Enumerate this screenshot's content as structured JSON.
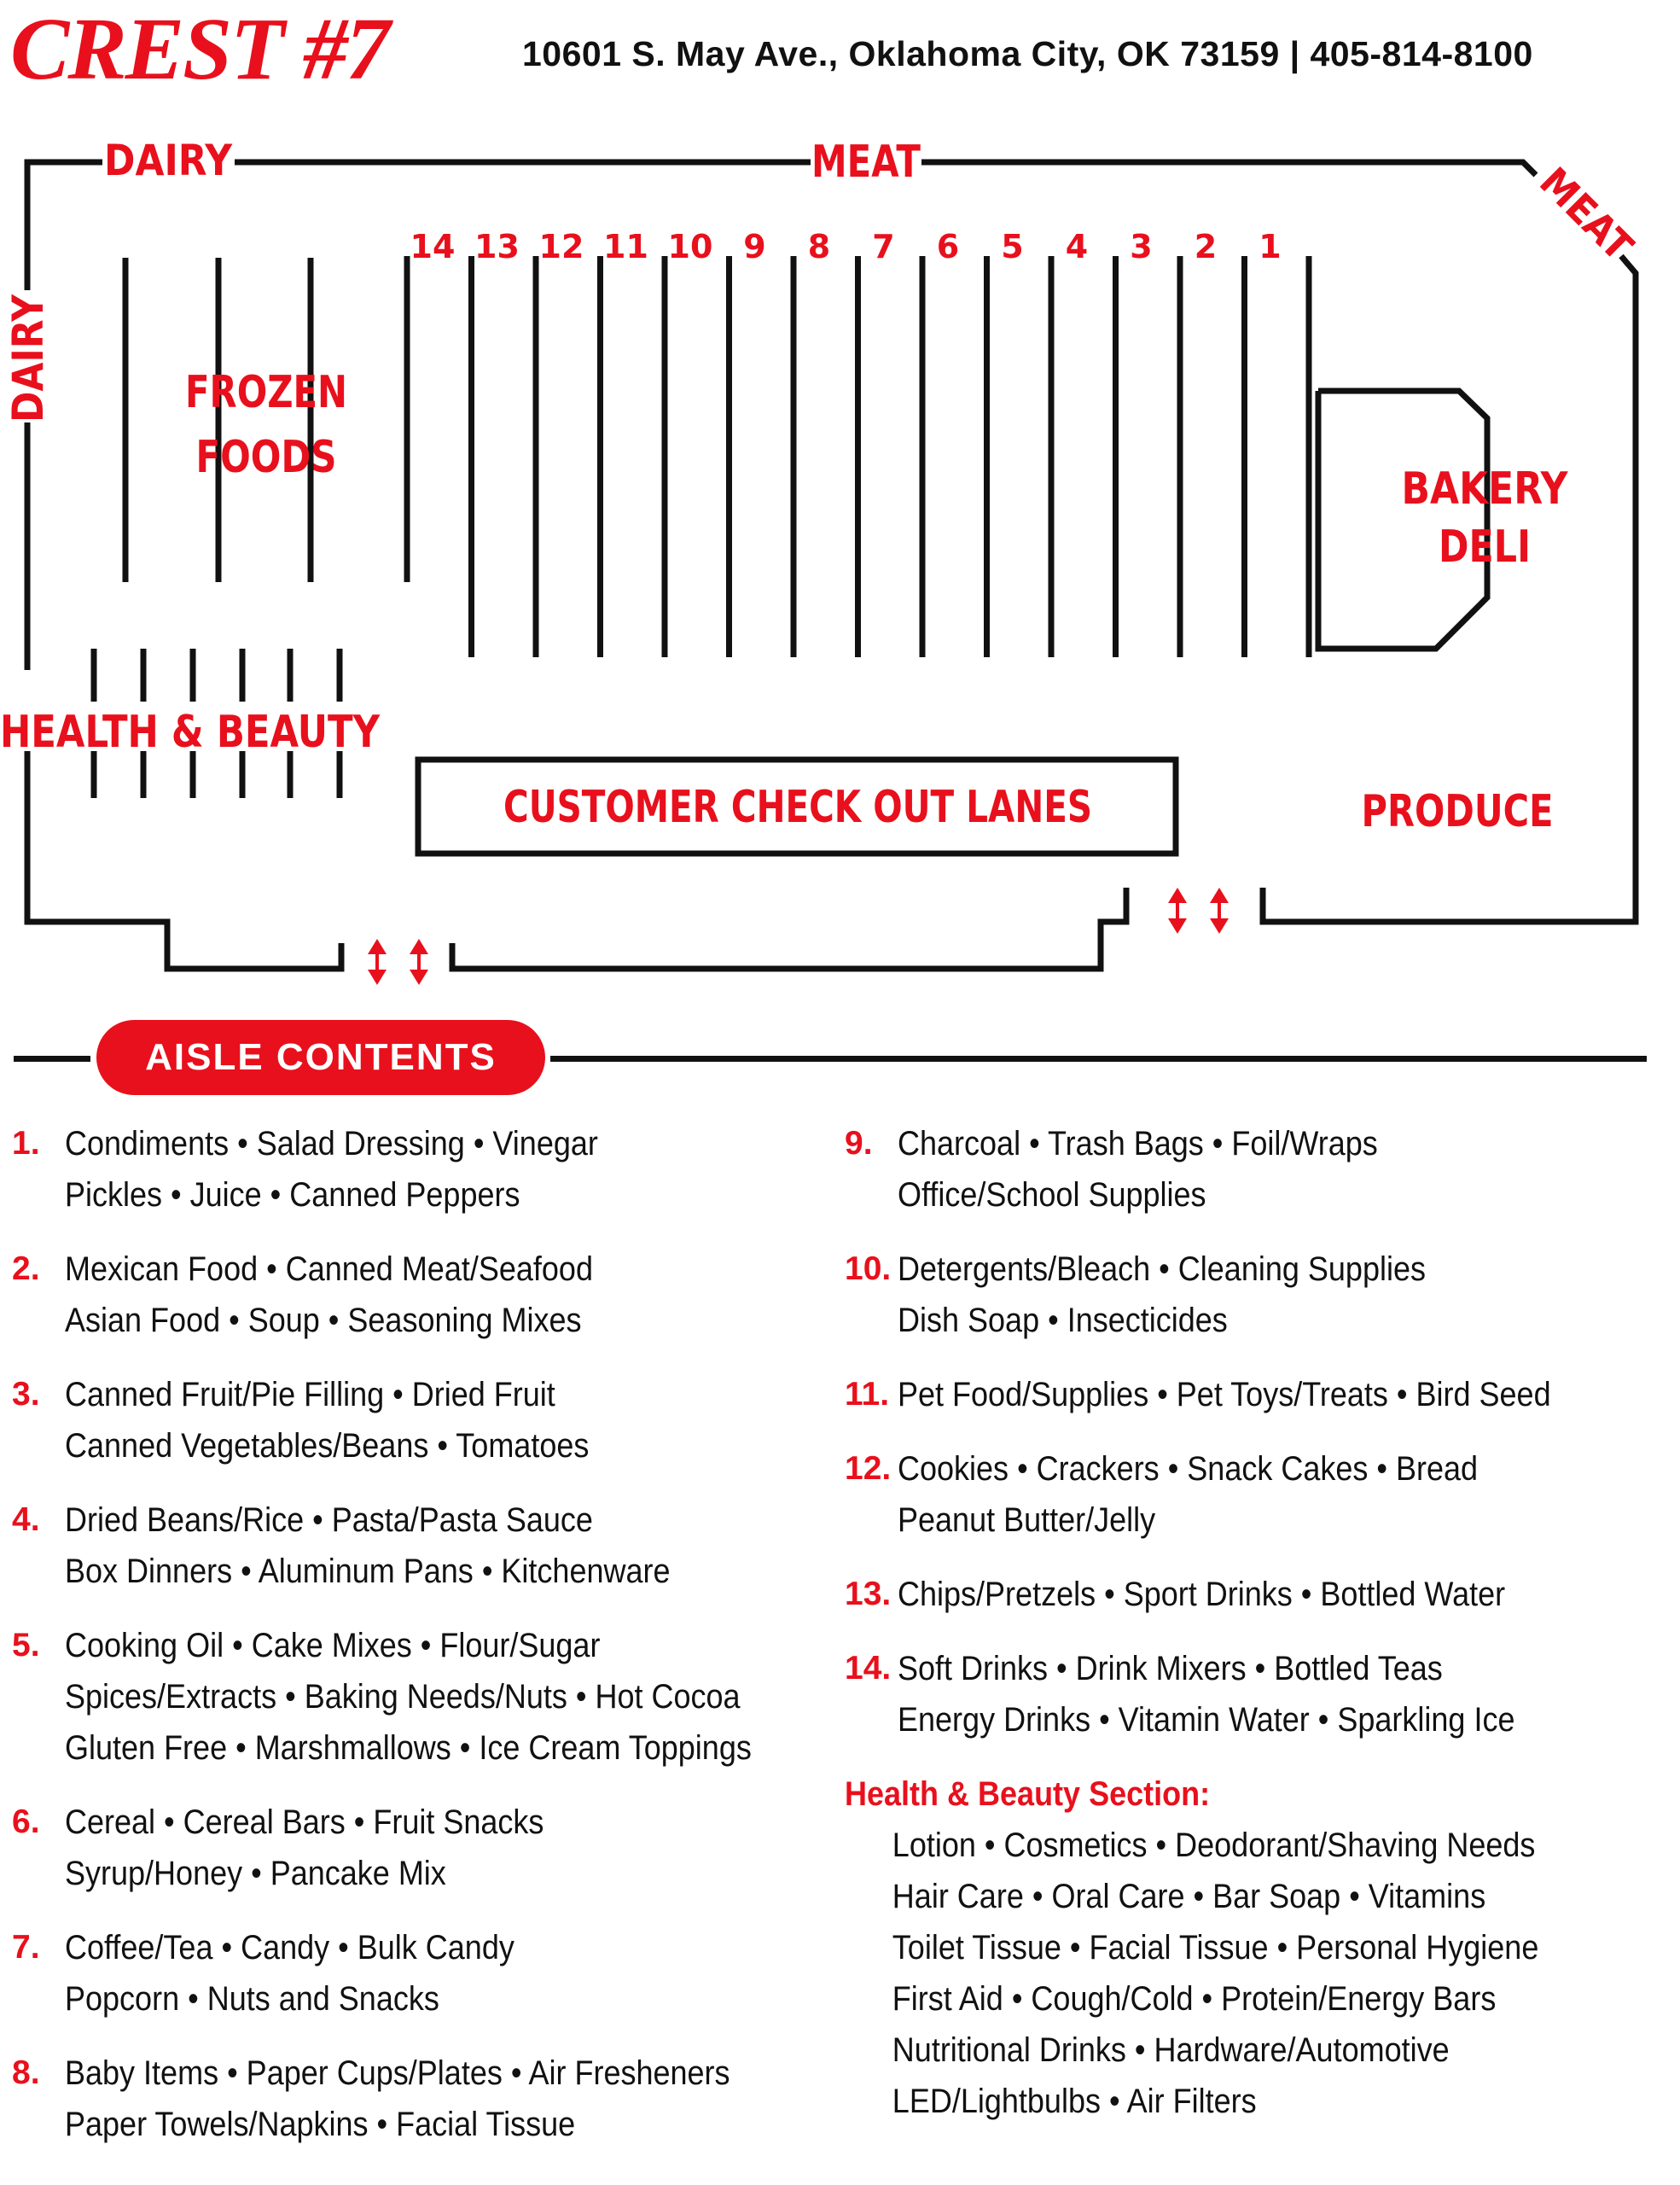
{
  "header": {
    "logo_text": "CREST #7",
    "address": "10601 S. May Ave., Oklahoma City, OK 73159  |  405-814-8100"
  },
  "map": {
    "labels": {
      "dairy_top": "DAIRY",
      "dairy_side": "DAIRY",
      "meat_top": "MEAT",
      "meat_corner": "MEAT",
      "frozen_1": "FROZEN",
      "frozen_2": "FOODS",
      "bakery_1": "BAKERY",
      "bakery_2": "DELI",
      "health_beauty": "HEALTH & BEAUTY",
      "checkout": "CUSTOMER CHECK OUT LANES",
      "produce": "PRODUCE"
    },
    "aisle_numbers": [
      "14",
      "13",
      "12",
      "11",
      "10",
      "9",
      "8",
      "7",
      "6",
      "5",
      "4",
      "3",
      "2",
      "1"
    ]
  },
  "aisle_section": {
    "title": "AISLE CONTENTS"
  },
  "aisles_left": [
    {
      "num": "1.",
      "lines": [
        "Condiments • Salad Dressing • Vinegar",
        "Pickles • Juice • Canned Peppers"
      ]
    },
    {
      "num": "2.",
      "lines": [
        "Mexican Food • Canned Meat/Seafood",
        "Asian Food • Soup • Seasoning Mixes"
      ]
    },
    {
      "num": "3.",
      "lines": [
        "Canned Fruit/Pie Filling • Dried Fruit",
        "Canned Vegetables/Beans • Tomatoes"
      ]
    },
    {
      "num": "4.",
      "lines": [
        "Dried Beans/Rice • Pasta/Pasta Sauce",
        "Box Dinners • Aluminum Pans • Kitchenware"
      ]
    },
    {
      "num": "5.",
      "lines": [
        "Cooking Oil • Cake Mixes • Flour/Sugar",
        "Spices/Extracts • Baking Needs/Nuts • Hot Cocoa",
        "Gluten Free • Marshmallows • Ice Cream Toppings"
      ]
    },
    {
      "num": "6.",
      "lines": [
        "Cereal • Cereal Bars • Fruit Snacks",
        "Syrup/Honey • Pancake Mix"
      ]
    },
    {
      "num": "7.",
      "lines": [
        "Coffee/Tea • Candy • Bulk Candy",
        "Popcorn • Nuts and Snacks"
      ]
    },
    {
      "num": "8.",
      "lines": [
        "Baby Items • Paper Cups/Plates • Air Fresheners",
        "Paper Towels/Napkins • Facial Tissue"
      ]
    }
  ],
  "aisles_right": [
    {
      "num": "9.",
      "lines": [
        "Charcoal • Trash Bags • Foil/Wraps",
        "Office/School Supplies"
      ]
    },
    {
      "num": "10.",
      "lines": [
        "Detergents/Bleach • Cleaning Supplies",
        "Dish Soap • Insecticides"
      ]
    },
    {
      "num": "11.",
      "lines": [
        "Pet Food/Supplies • Pet Toys/Treats • Bird Seed"
      ]
    },
    {
      "num": "12.",
      "lines": [
        "Cookies • Crackers • Snack Cakes • Bread",
        "Peanut Butter/Jelly"
      ]
    },
    {
      "num": "13.",
      "lines": [
        "Chips/Pretzels • Sport Drinks • Bottled Water"
      ]
    },
    {
      "num": "14.",
      "lines": [
        "Soft Drinks • Drink Mixers • Bottled Teas",
        "Energy Drinks • Vitamin Water • Sparkling Ice"
      ]
    }
  ],
  "health_beauty_section": {
    "title": "Health & Beauty Section:",
    "lines": [
      "Lotion • Cosmetics • Deodorant/Shaving Needs",
      "Hair Care • Oral Care • Bar Soap • Vitamins",
      "Toilet Tissue • Facial Tissue • Personal Hygiene",
      "First Aid • Cough/Cold • Protein/Energy Bars",
      "Nutritional Drinks • Hardware/Automotive",
      "LED/Lightbulbs • Air Filters"
    ]
  },
  "colors": {
    "accent": "#e8101c",
    "ink": "#111111"
  }
}
